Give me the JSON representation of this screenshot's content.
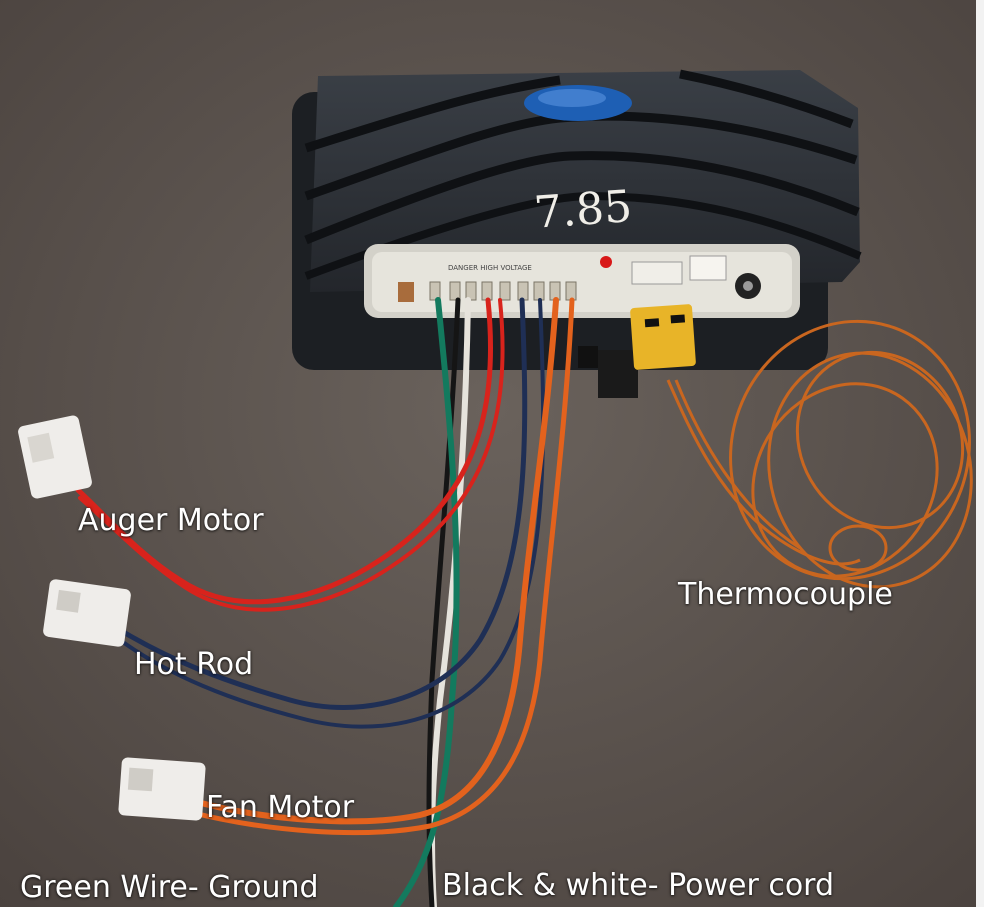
{
  "photo": {
    "controller": {
      "handwritten_number": "7.85",
      "board_warning_text": "DANGER HIGH VOLTAGE",
      "housing_color": "#2a2e34",
      "badge_color": "#1e5fb4"
    },
    "background_color": "#5b524d",
    "wire_colors": {
      "red": "#d8231c",
      "navy": "#1f2f55",
      "orange": "#e3621d",
      "green": "#137a5e",
      "white": "#e6e3dc",
      "black": "#151515",
      "copper": "#c9661f",
      "thermocouple_connector": "#e8b428"
    }
  },
  "labels": {
    "auger_motor": "Auger Motor",
    "hot_rod": "Hot Rod",
    "fan_motor": "Fan Motor",
    "thermocouple": "Thermocouple",
    "ground": "Green Wire- Ground",
    "power_cord": "Black & white- Power cord"
  }
}
